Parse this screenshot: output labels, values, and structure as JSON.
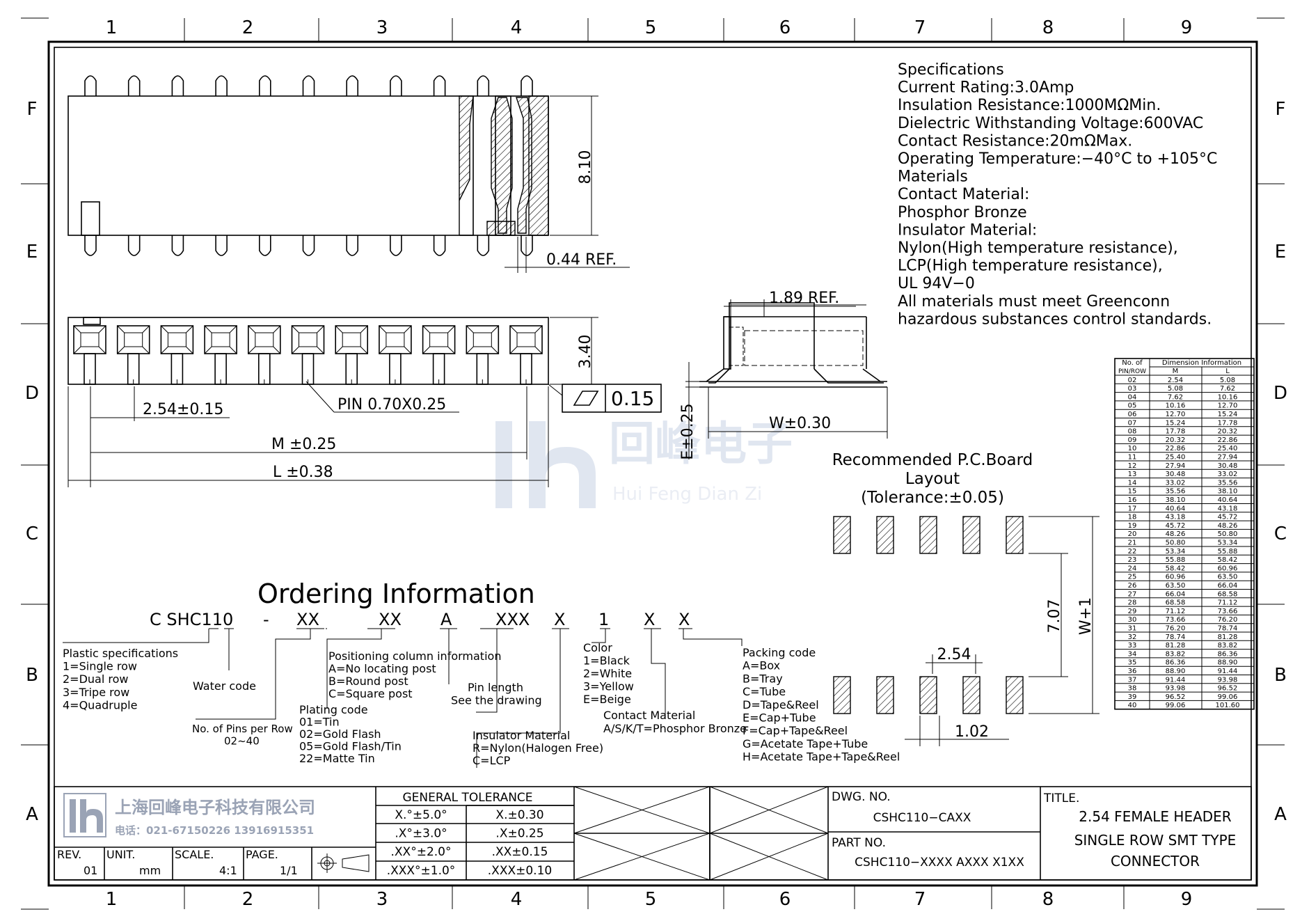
{
  "border": {
    "columns": [
      "1",
      "2",
      "3",
      "4",
      "5",
      "6",
      "7",
      "8",
      "9"
    ],
    "rows": [
      "F",
      "E",
      "D",
      "C",
      "B",
      "A"
    ]
  },
  "specifications": [
    "Specifications",
    "Current  Rating:3.0Amp",
    "Insulation  Resistance:1000MΩMin.",
    "Dielectric  Withstanding  Voltage:600VAC",
    "Contact  Resistance:20mΩMax.",
    "Operating  Temperature:−40°C  to  +105°C",
    "Materials",
    "Contact  Material:",
    "Phosphor  Bronze",
    "Insulator  Material:",
    "Nylon(High  temperature  resistance),",
    "LCP(High  temperature  resistance),",
    "UL  94V−0",
    "All  materials  must  meet  Greenconn",
    "hazardous  substances  control  standards."
  ],
  "dimensions": {
    "height_810": "8.10",
    "ref_044": "0.44  REF.",
    "height_340": "3.40",
    "pitch": "2.54±0.15",
    "pin": "PIN  0.70X0.25",
    "flatness": "0.15",
    "m": "M  ±0.25",
    "l": "L  ±0.38",
    "ref_189": "1.89  REF.",
    "e": "E±0.25",
    "w": "W±0.30"
  },
  "pcb": {
    "title": [
      "Recommended  P.C.Board",
      "Layout",
      "(Tolerance:±0.05)"
    ],
    "dim_707": "7.07",
    "dim_w1": "W+1",
    "dim_254": "2.54",
    "dim_102": "1.02"
  },
  "watermark": {
    "cn": "回峰电子",
    "en": "Hui Feng Dian Zi"
  },
  "ordering": {
    "title": "Ordering  Information",
    "code": [
      "C  SHC110",
      "-",
      "XX",
      "XX",
      "A",
      "XXX",
      "X",
      "1",
      "X",
      "X"
    ],
    "groups": [
      [
        "Plastic  specifications",
        "1=Single  row",
        "2=Dual  row",
        "3=Tripe  row",
        "4=Quadruple"
      ],
      [
        "Water  code"
      ],
      [
        "No.  of  Pins  per  Row",
        "02~40"
      ],
      [
        "Plating  code",
        "01=Tin",
        "02=Gold  Flash",
        "05=Gold  Flash/Tin",
        "22=Matte  Tin"
      ],
      [
        "Positioning  column  information",
        "A=No  locating  post",
        "B=Round  post",
        "C=Square  post"
      ],
      [
        "Pin  length",
        "See  the  drawing"
      ],
      [
        "Insulator  Material",
        "R=Nylon(Halogen  Free)",
        "C=LCP"
      ],
      [
        "Color",
        "1=Black",
        "2=White",
        "3=Yellow",
        "E=Beige"
      ],
      [
        "Contact  Material",
        "A/S/K/T=Phosphor  Bronze"
      ],
      [
        "Packing  code",
        "A=Box",
        "B=Tray",
        "C=Tube",
        "D=Tape&Reel",
        "E=Cap+Tube",
        "F=Cap+Tape&Reel",
        "G=Acetate  Tape+Tube",
        "H=Acetate  Tape+Tape&Reel"
      ]
    ]
  },
  "dimension_table": {
    "header_left": [
      "No.  of",
      "PIN/ROW"
    ],
    "header_group": "Dimension  Information",
    "header_m": "M",
    "header_l": "L",
    "rows": [
      [
        "02",
        "2.54",
        "5.08"
      ],
      [
        "03",
        "5.08",
        "7.62"
      ],
      [
        "04",
        "7.62",
        "10.16"
      ],
      [
        "05",
        "10.16",
        "12.70"
      ],
      [
        "06",
        "12.70",
        "15.24"
      ],
      [
        "07",
        "15.24",
        "17.78"
      ],
      [
        "08",
        "17.78",
        "20.32"
      ],
      [
        "09",
        "20.32",
        "22.86"
      ],
      [
        "10",
        "22.86",
        "25.40"
      ],
      [
        "11",
        "25.40",
        "27.94"
      ],
      [
        "12",
        "27.94",
        "30.48"
      ],
      [
        "13",
        "30.48",
        "33.02"
      ],
      [
        "14",
        "33.02",
        "35.56"
      ],
      [
        "15",
        "35.56",
        "38.10"
      ],
      [
        "16",
        "38.10",
        "40.64"
      ],
      [
        "17",
        "40.64",
        "43.18"
      ],
      [
        "18",
        "43.18",
        "45.72"
      ],
      [
        "19",
        "45.72",
        "48.26"
      ],
      [
        "20",
        "48.26",
        "50.80"
      ],
      [
        "21",
        "50.80",
        "53.34"
      ],
      [
        "22",
        "53.34",
        "55.88"
      ],
      [
        "23",
        "55.88",
        "58.42"
      ],
      [
        "24",
        "58.42",
        "60.96"
      ],
      [
        "25",
        "60.96",
        "63.50"
      ],
      [
        "26",
        "63.50",
        "66.04"
      ],
      [
        "27",
        "66.04",
        "68.58"
      ],
      [
        "28",
        "68.58",
        "71.12"
      ],
      [
        "29",
        "71.12",
        "73.66"
      ],
      [
        "30",
        "73.66",
        "76.20"
      ],
      [
        "31",
        "76.20",
        "78.74"
      ],
      [
        "32",
        "78.74",
        "81.28"
      ],
      [
        "33",
        "81.28",
        "83.82"
      ],
      [
        "34",
        "83.82",
        "86.36"
      ],
      [
        "35",
        "86.36",
        "88.90"
      ],
      [
        "36",
        "88.90",
        "91.44"
      ],
      [
        "37",
        "91.44",
        "93.98"
      ],
      [
        "38",
        "93.98",
        "96.52"
      ],
      [
        "39",
        "96.52",
        "99.06"
      ],
      [
        "40",
        "99.06",
        "101.60"
      ]
    ]
  },
  "title_block": {
    "company_cn": "上海回峰电子科技有限公司",
    "phone": "电话：021-67150226   13916915351",
    "rev_label": "REV.",
    "rev": "01",
    "unit_label": "UNIT.",
    "unit": "mm",
    "scale_label": "SCALE.",
    "scale": "4:1",
    "page_label": "PAGE.",
    "page": "1/1",
    "tolerance_title": "GENERAL  TOLERANCE",
    "tolerance": [
      [
        "X.°±5.0°",
        "X.±0.30"
      ],
      [
        ".X°±3.0°",
        ".X±0.25"
      ],
      [
        ".XX°±2.0°",
        ".XX±0.15"
      ],
      [
        ".XXX°±1.0°",
        ".XXX±0.10"
      ]
    ],
    "dwg_label": "DWG.  NO.",
    "dwg_no": "CSHC110−CAXX",
    "part_label": "PART  NO.",
    "part_no": "CSHC110−XXXX  AXXX  X1XX",
    "title_label": "TITLE.",
    "title_lines": [
      "2.54  FEMALE  HEADER",
      "SINGLE  ROW  SMT  TYPE",
      "CONNECTOR"
    ]
  }
}
